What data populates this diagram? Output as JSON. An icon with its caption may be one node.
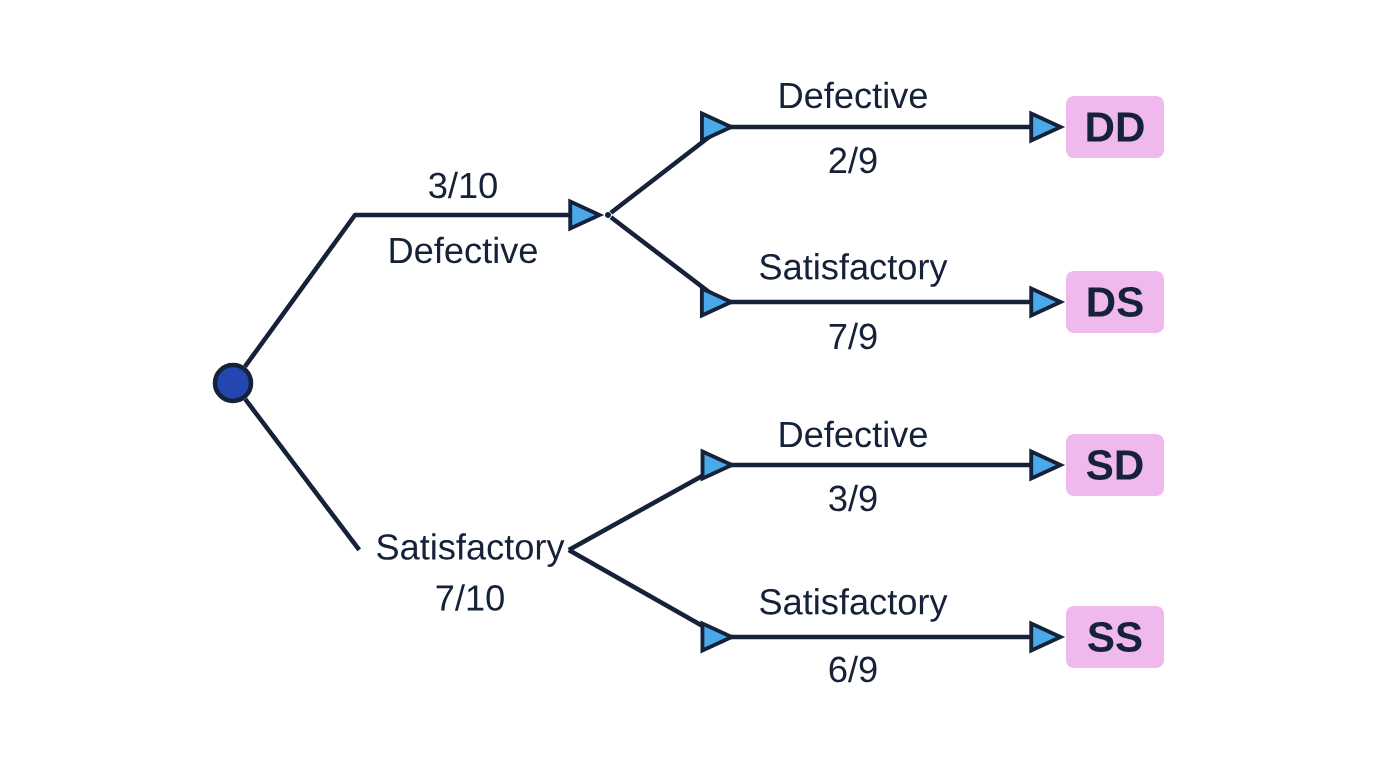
{
  "diagram": {
    "nodes": [
      {
        "text": [],
        "shape": "circle"
      },
      {
        "text": [],
        "shape": "point"
      },
      {
        "text": [
          "Satisfactory",
          "7/10"
        ]
      },
      {
        "text": [
          "DD"
        ]
      },
      {
        "text": [
          "DS"
        ]
      },
      {
        "text": [
          "SD"
        ]
      },
      {
        "text": [
          "SS"
        ]
      }
    ],
    "edges": [
      {
        "from": 0,
        "to": 1,
        "arrow": "to",
        "label": "3/10"
      },
      {
        "from": 0,
        "to": 2,
        "arrow": "none"
      },
      {
        "from": 1,
        "to": 3,
        "arrow": "to",
        "label": "2/9"
      },
      {
        "from": 1,
        "to": 4,
        "arrow": "to",
        "label": "7/9"
      },
      {
        "from": 2,
        "to": 5,
        "arrow": "to",
        "label": "3/9"
      },
      {
        "from": 2,
        "to": 6,
        "arrow": "to",
        "label": "6/9"
      }
    ],
    "labels": [
      "Defective",
      "Defective",
      "Satisfactory",
      "Defective",
      "Satisfactory"
    ]
  }
}
